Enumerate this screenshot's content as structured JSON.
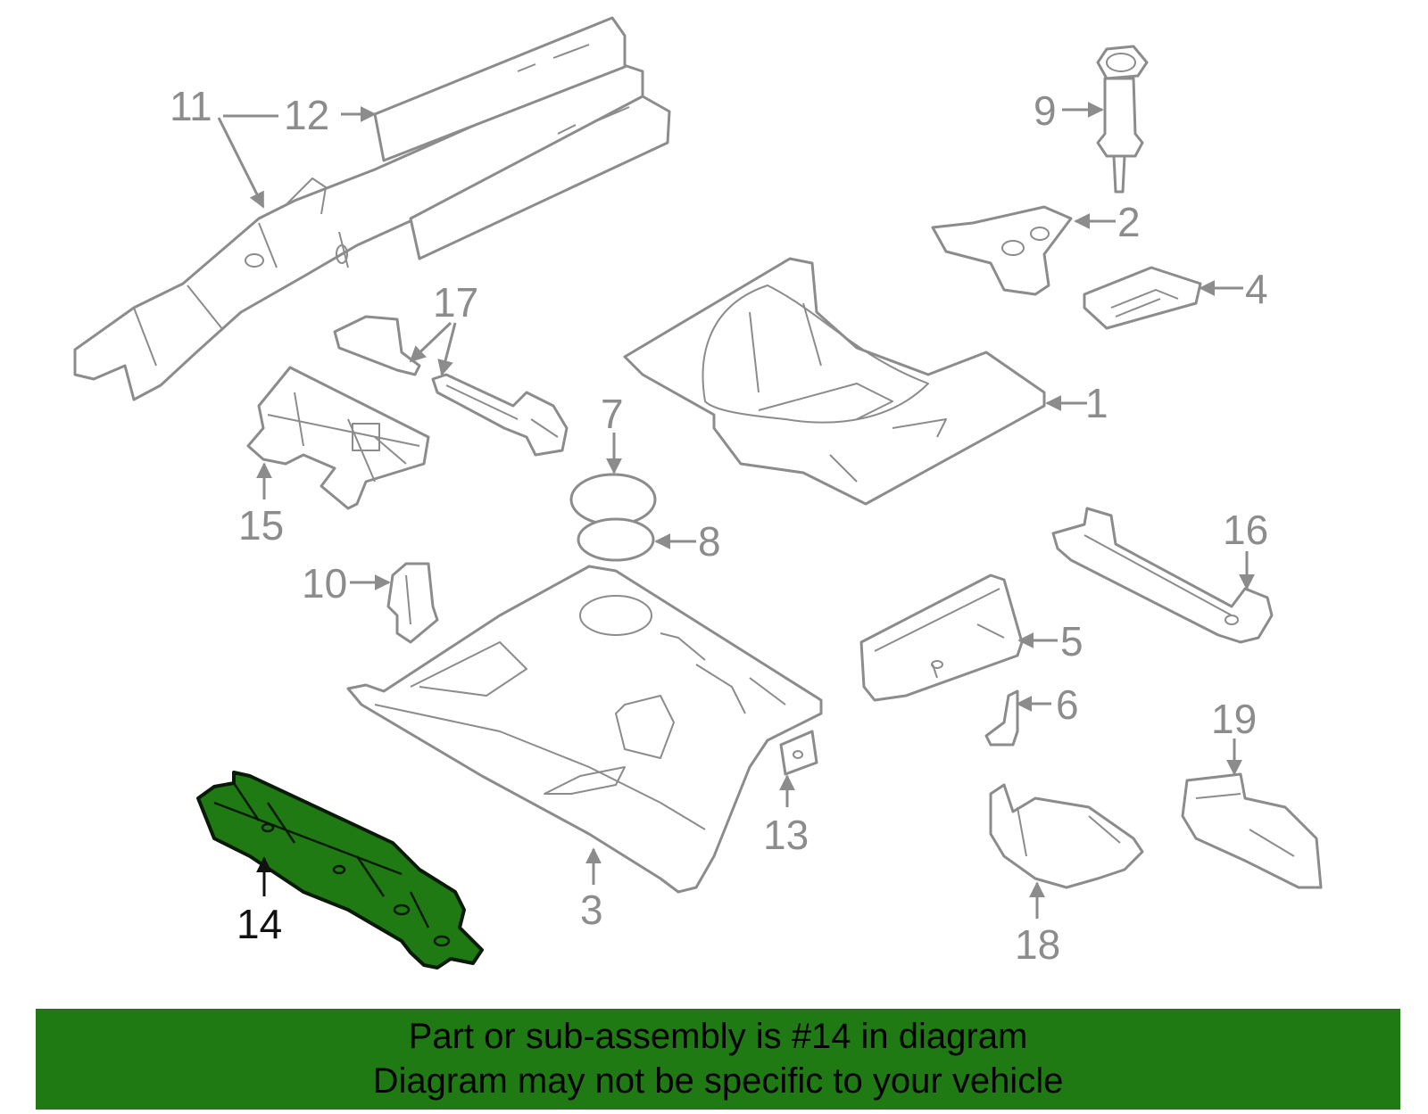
{
  "colors": {
    "outline": "#8c8c8c",
    "highlight": "#1f7a14",
    "banner": "#1f7a14",
    "highlight_text": "#111111",
    "label_text": "#8c8c8c"
  },
  "callouts": {
    "c1": "1",
    "c2": "2",
    "c3": "3",
    "c4": "4",
    "c5": "5",
    "c6": "6",
    "c7": "7",
    "c8": "8",
    "c9": "9",
    "c10": "10",
    "c11": "11",
    "c12": "12",
    "c13": "13",
    "c14": "14",
    "c15": "15",
    "c16": "16",
    "c17": "17",
    "c18": "18",
    "c19": "19"
  },
  "highlighted_part": "14",
  "banner": {
    "line1": "Part or sub-assembly is #14 in diagram",
    "line2": "Diagram may not be specific to your vehicle"
  }
}
